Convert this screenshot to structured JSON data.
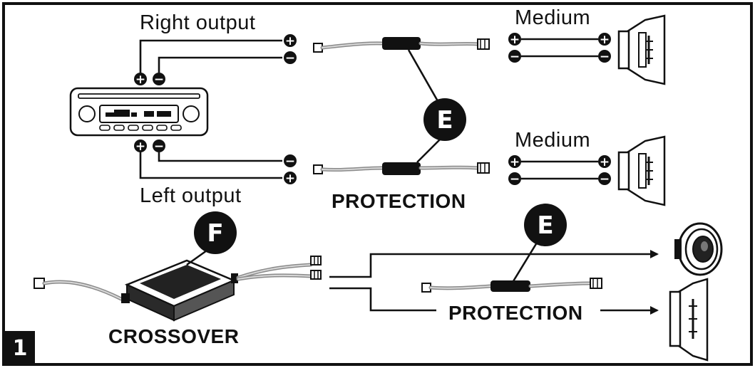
{
  "labels": {
    "right_output": "Right output",
    "left_output": "Left output",
    "medium_top": "Medium",
    "medium_bottom": "Medium",
    "protection_center": "PROTECTION",
    "protection_bottom": "PROTECTION",
    "crossover": "CROSSOVER"
  },
  "badges": {
    "e_top": "E",
    "e_bottom": "E",
    "f": "F"
  },
  "step_number": "1",
  "polarity": {
    "plus": "+",
    "minus": "−"
  },
  "colors": {
    "ink": "#111111",
    "background": "#ffffff",
    "cable": "#8a8a8a"
  }
}
